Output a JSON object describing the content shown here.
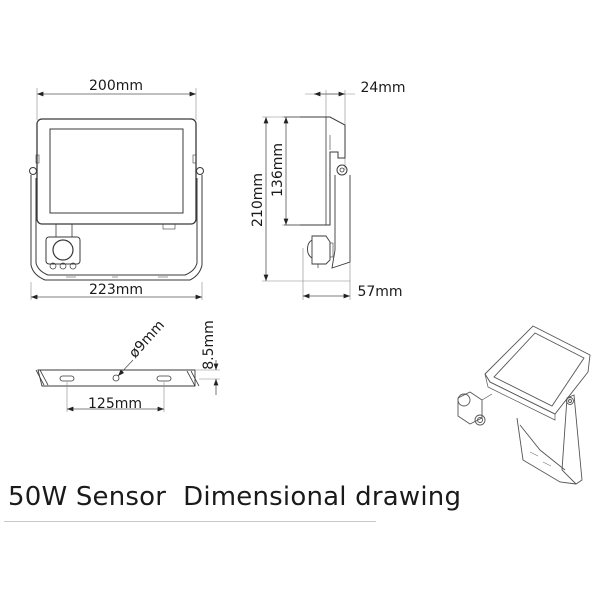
{
  "title": {
    "product": "50W Sensor",
    "label": "Dimensional drawing"
  },
  "front_view": {
    "top_width": "200mm",
    "bottom_width": "223mm"
  },
  "side_view": {
    "depth_top": "24mm",
    "total_height": "210mm",
    "panel_height": "136mm",
    "depth_bottom": "57mm"
  },
  "bracket_view": {
    "hole_diameter": "ø9mm",
    "thickness": "8.5mm",
    "hole_spacing": "125mm"
  },
  "isometric_view": {
    "name": "perspective-view"
  },
  "colors": {
    "line": "#3a3a3a",
    "dim_line": "#555555",
    "text": "#1a1a1a",
    "background": "#ffffff"
  }
}
